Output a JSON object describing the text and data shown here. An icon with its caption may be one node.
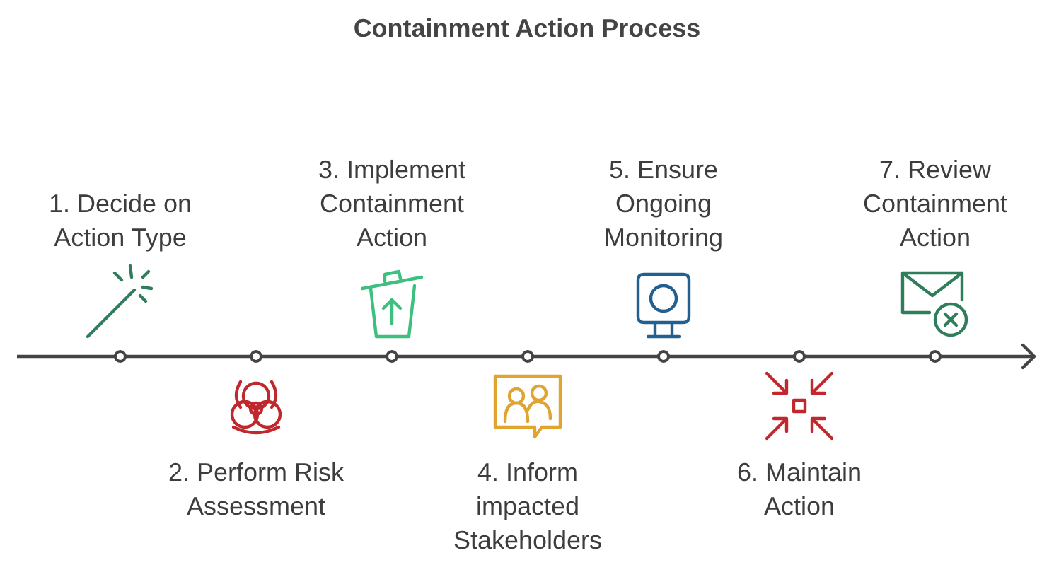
{
  "diagram": {
    "title": "Containment Action Process",
    "nodes": [
      {
        "text": [
          "1. Decide on Action Type"
        ]
      },
      {
        "text": [
          "2. Perform Risk Assessment"
        ]
      },
      {
        "text": [
          "3. Implement Containment Action"
        ]
      },
      {
        "text": [
          "4. Inform impacted Stakeholders"
        ]
      },
      {
        "text": [
          "5. Ensure Ongoing Monitoring"
        ]
      },
      {
        "text": [
          "6. Maintain Action"
        ]
      },
      {
        "text": [
          "7. Review Containment Action"
        ]
      }
    ]
  }
}
